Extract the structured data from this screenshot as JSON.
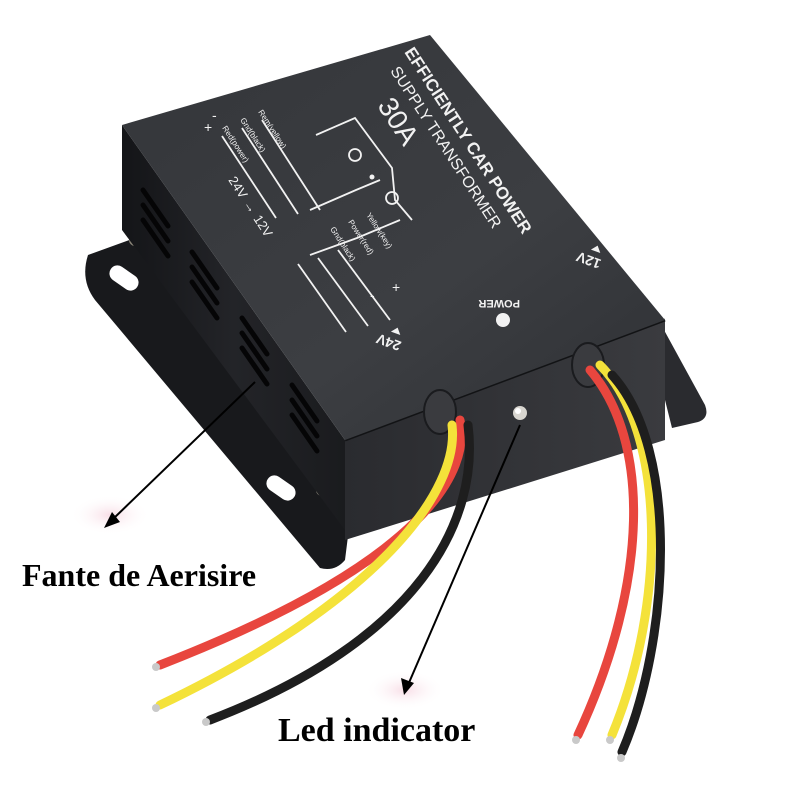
{
  "product": {
    "name": "DC-DC Step-Down Converter",
    "body_color": "#2d2f33",
    "top_color": "#3a3c40",
    "silkscreen": {
      "title_line1": "EFFICIENTLY CAR POWER",
      "title_line2": "SUPPLY TRANSFORMER",
      "rating": "30A",
      "conversion_in": "24V",
      "conversion_out": "12V",
      "conversion_arrow": "→",
      "input_pins": [
        {
          "sign": "-",
          "label": "Rem(yellow)"
        },
        {
          "sign": "-",
          "label": "Gnd(black)"
        },
        {
          "sign": "+",
          "label": "Red(power)"
        }
      ],
      "output_pins": [
        {
          "sign": "+",
          "label": "Yellow(key)"
        },
        {
          "sign": "",
          "label": "Power(red)"
        },
        {
          "sign": "-",
          "label": "Gnd(black)"
        }
      ],
      "power_label": "POWER",
      "input_marker": "24V",
      "output_marker": "12V"
    },
    "wires": {
      "colors": {
        "red": "#e8463e",
        "yellow": "#f4e23a",
        "black": "#1e1e1e"
      },
      "left_bundle": [
        "red",
        "yellow",
        "black"
      ],
      "right_bundle": [
        "red",
        "yellow",
        "black"
      ]
    }
  },
  "annotations": {
    "vent": "Fante de Aerisire",
    "led": "Led indicator"
  }
}
